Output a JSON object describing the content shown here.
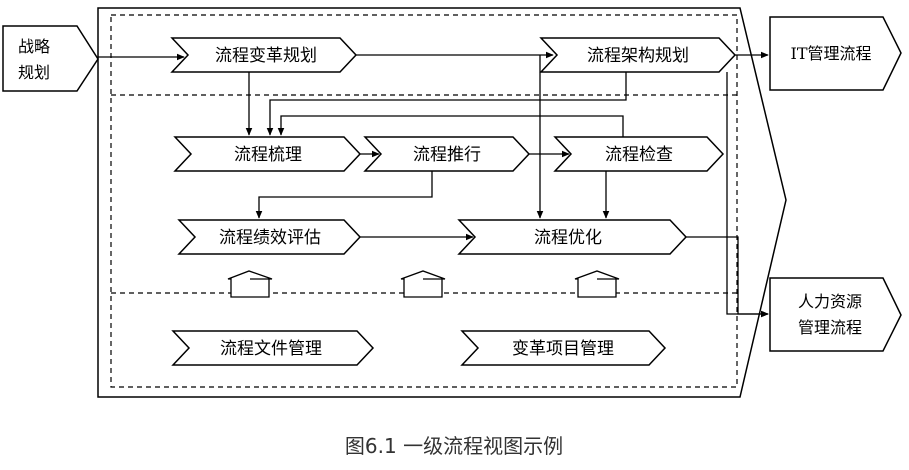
{
  "diagram": {
    "caption": "图6.1 一级流程视图示例",
    "inputs": {
      "strategy_line1": "战略",
      "strategy_line2": "规划"
    },
    "top_layer": {
      "change_planning": "流程变革规划",
      "architecture_planning": "流程架构规划"
    },
    "middle_layer": {
      "sorting": "流程梳理",
      "promotion": "流程推行",
      "inspection": "流程检查",
      "performance": "流程绩效评估",
      "optimization": "流程优化"
    },
    "bottom_layer": {
      "file_management": "流程文件管理",
      "project_management": "变革项目管理"
    },
    "outputs": {
      "it": "IT管理流程",
      "hr_line1": "人力资源",
      "hr_line2": "管理流程"
    }
  }
}
